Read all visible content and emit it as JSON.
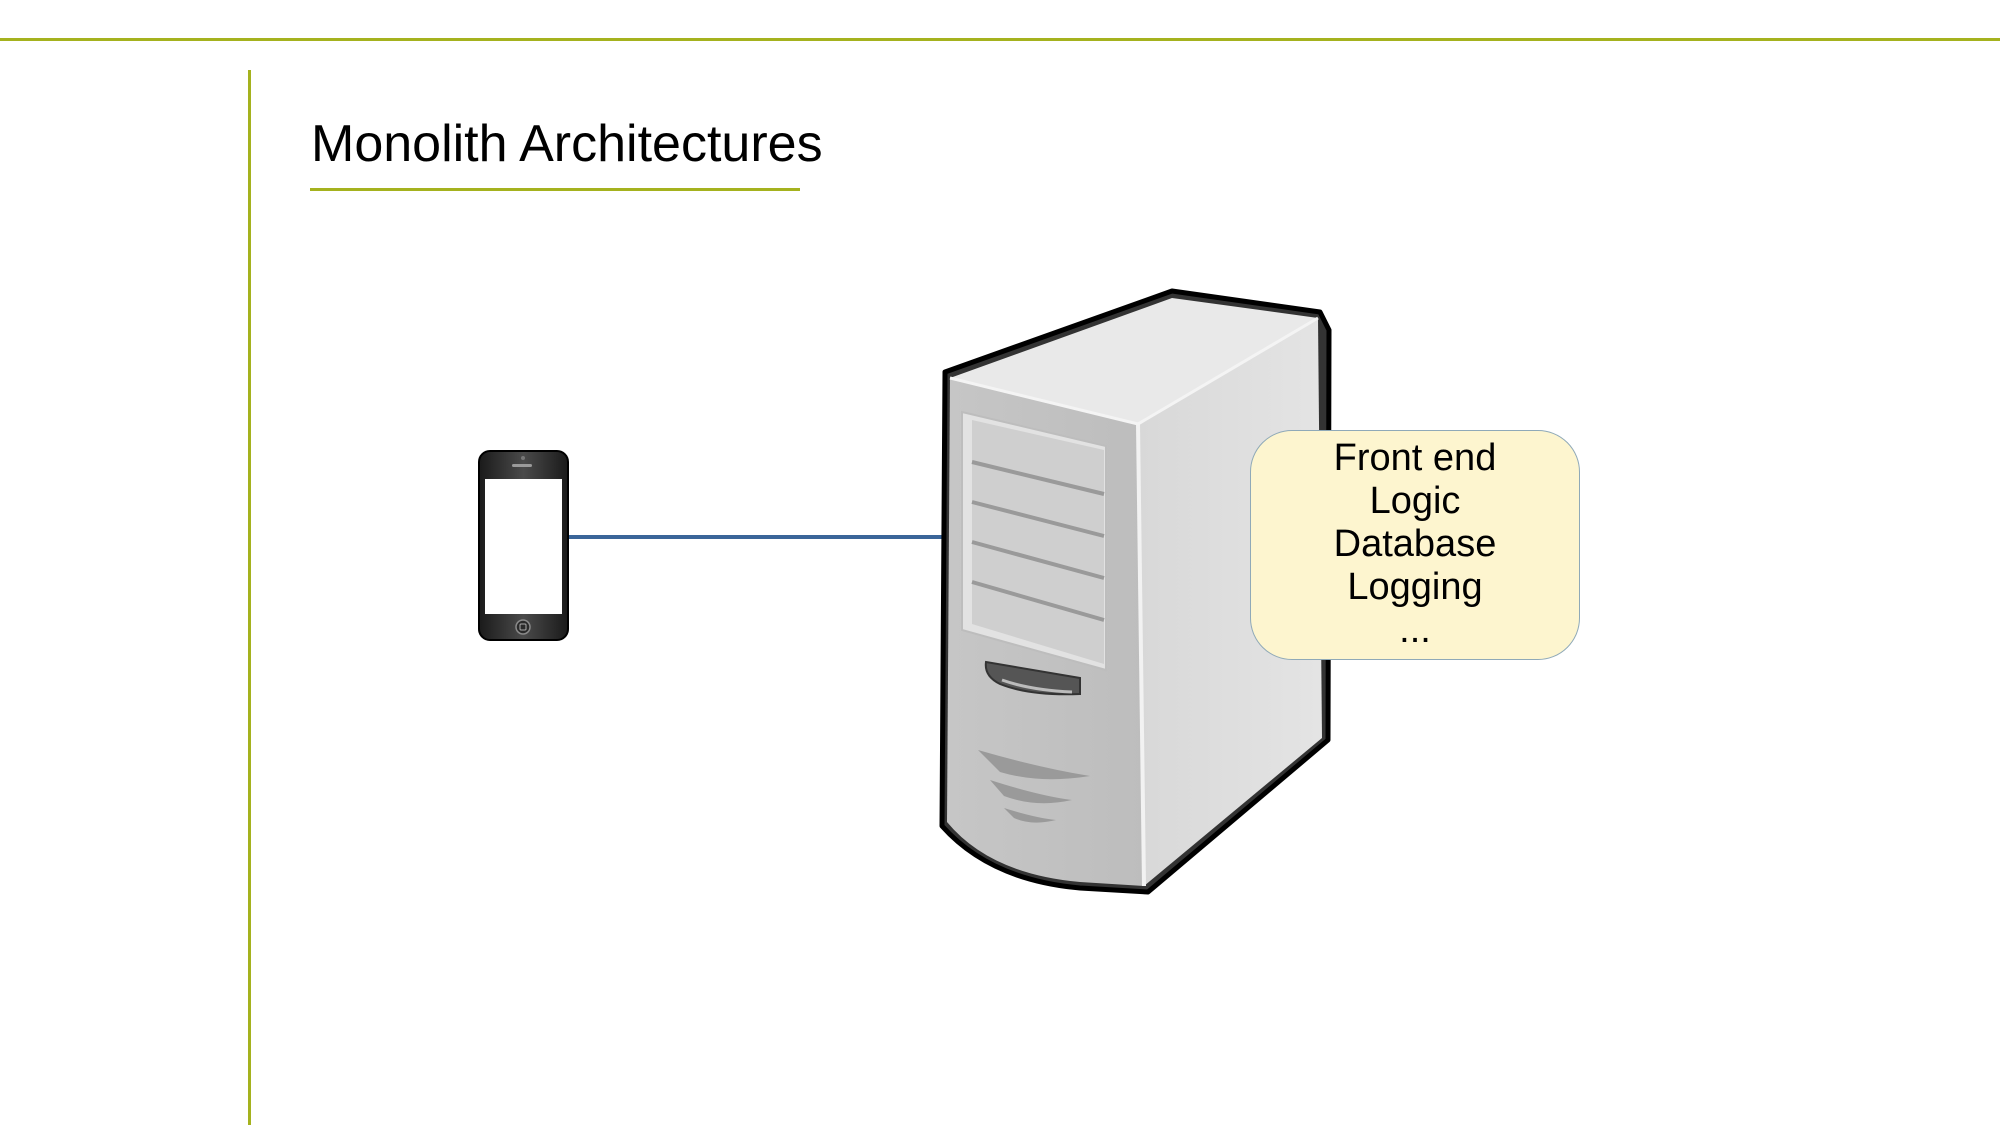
{
  "slide": {
    "title": "Monolith Architectures",
    "accent_color": "#a5b21e"
  },
  "diagram": {
    "client": {
      "icon": "smartphone-icon"
    },
    "server": {
      "icon": "server-tower-icon"
    },
    "connector": {
      "color": "#3a6599"
    },
    "callout": {
      "lines": [
        "Front end",
        "Logic",
        "Database",
        "Logging",
        "..."
      ],
      "fill": "#fdf5cf"
    }
  }
}
